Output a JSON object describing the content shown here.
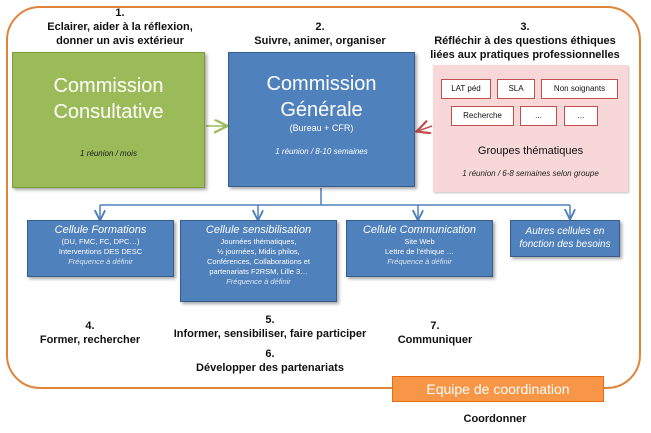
{
  "headings": {
    "h1_num": "1.",
    "h1_line1": "Eclairer, aider à la réflexion,",
    "h1_line2": "donner un avis extérieur",
    "h2_num": "2.",
    "h2_text": "Suivre, animer, organiser",
    "h3_num": "3.",
    "h3_line1": "Réfléchir à des questions éthiques",
    "h3_line2": "liées aux pratiques professionnelles",
    "h4_num": "4.",
    "h4_text": "Former, rechercher",
    "h5_num": "5.",
    "h5_text": "Informer, sensibiliser, faire participer",
    "h6_num": "6.",
    "h6_text": "Développer des partenariats",
    "h7_num": "7.",
    "h7_text": "Communiquer",
    "coordonner": "Coordonner"
  },
  "commission_consultative": {
    "line1": "Commission",
    "line2": "Consultative",
    "frequency": "1 réunion / mois"
  },
  "commission_generale": {
    "line1": "Commission",
    "line2": "Générale",
    "subtitle": "(Bureau + CFR)",
    "frequency": "1 réunion / 8-10 semaines"
  },
  "groupes": {
    "tags": [
      "LAT péd",
      "SLA",
      "Non soignants",
      "Recherche",
      "...",
      "..."
    ],
    "title": "Groupes thématiques",
    "frequency": "1 réunion / 6-8 semaines selon groupe"
  },
  "cells": {
    "formations": {
      "title": "Cellule Formations",
      "lines": [
        "(DU, FMC, FC, DPC…)",
        "Interventions DES DESC"
      ],
      "freq": "Fréquence à définir"
    },
    "sensibilisation": {
      "title": "Cellule sensibilisation",
      "lines": [
        "Journées thématiques,",
        "½ journées, Midis philos,",
        "Conférences, Collaborations et",
        "partenariats F2RSM, Lille 3…"
      ],
      "freq": "Fréquence à définir"
    },
    "communication": {
      "title": "Cellule Communication",
      "lines": [
        "Site Web",
        "Lettre de l'éthique …"
      ],
      "freq": "Fréquence à définir"
    },
    "autres": {
      "line1": "Autres cellules en",
      "line2": "fonction des besoins"
    }
  },
  "equipe": "Equipe de coordination",
  "colors": {
    "green": "#9bbb59",
    "blue": "#4f81bd",
    "pink": "#f8d7d9",
    "orange": "#f79646",
    "red": "#c0504d"
  }
}
